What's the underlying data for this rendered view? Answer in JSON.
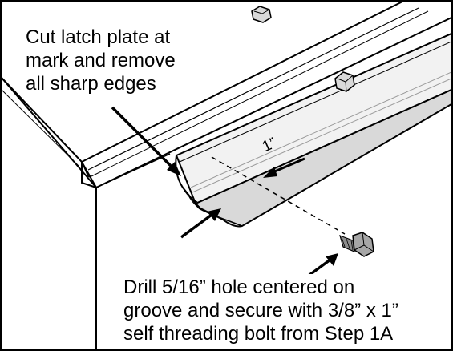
{
  "annotations": {
    "cut_instruction": "Cut latch plate at\nmark and remove\nall sharp edges",
    "drill_instruction": "Drill 5/16” hole centered on\ngroove and secure with 3/8” x 1”\nself threading bolt from Step 1A",
    "dimension": "1”"
  },
  "icons": {
    "bolt": "hex-bolt-icon",
    "nut": "hex-nut-icon"
  },
  "colors": {
    "line": "#000000",
    "fill_light": "#f2f2f2",
    "fill_mid": "#d9d9d9",
    "fill_dark": "#a6a6a6"
  }
}
